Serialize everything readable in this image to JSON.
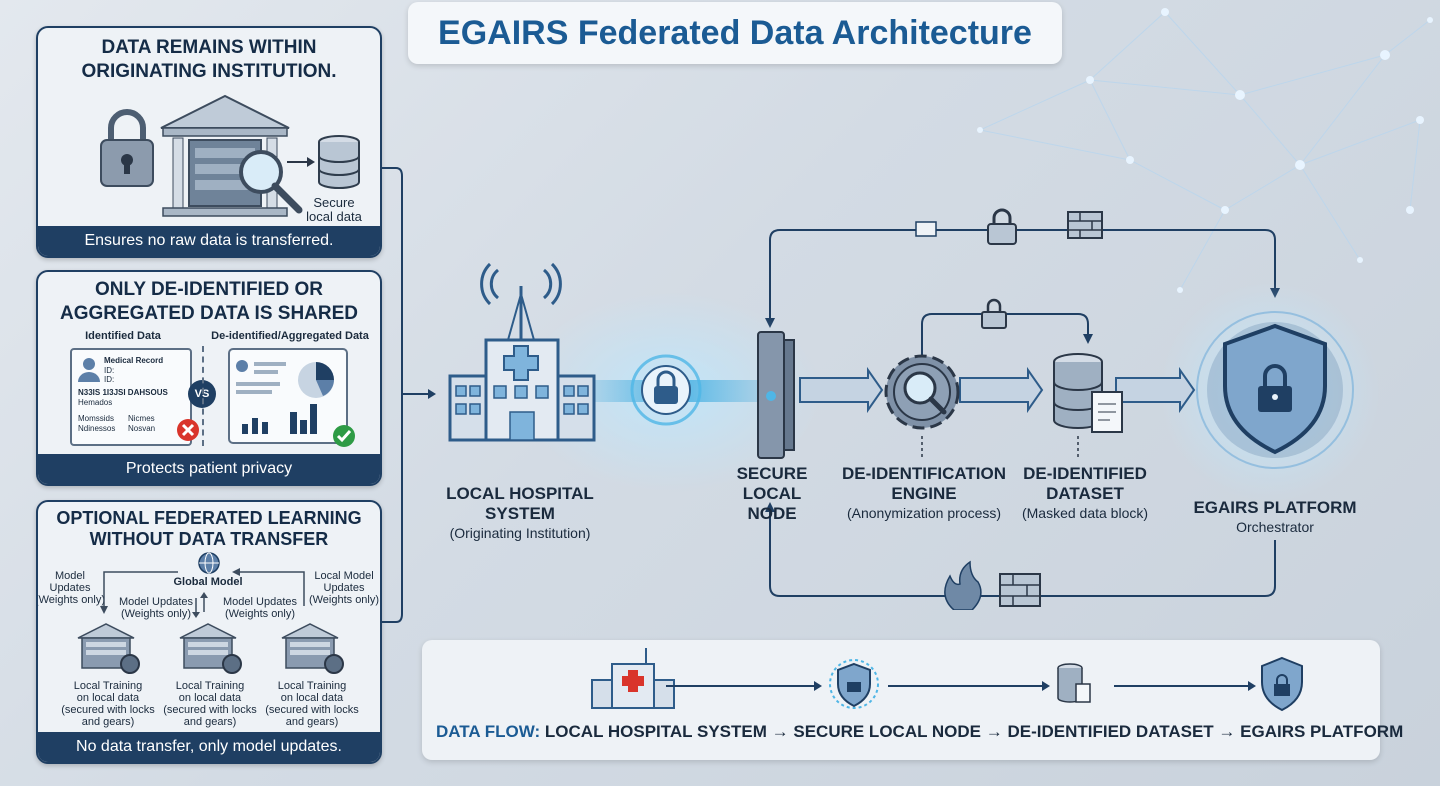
{
  "title": "EGAIRS Federated Data Architecture",
  "panel1": {
    "heading_line1": "DATA REMAINS WITHIN",
    "heading_line2": "ORIGINATING INSTITUTION.",
    "icon_label_line1": "Secure",
    "icon_label_line2": "local data",
    "footer": "Ensures no raw data is transferred."
  },
  "panel2": {
    "heading_line1": "ONLY DE-IDENTIFIED OR",
    "heading_line2": "AGGREGATED DATA IS SHARED",
    "left_label": "Identified Data",
    "right_label": "De-identified/Aggregated Data",
    "record_title": "Medical Record",
    "record_id1": "ID:",
    "record_id2": "ID:",
    "record_line1": "N33IS 1I3JSI DAHSOUS",
    "record_line2": "Hemados",
    "record_line3": "Momssids",
    "record_line4": "Nicmes",
    "record_line5": "Ndinessos",
    "record_line6": "Nosvan",
    "vs": "VS",
    "footer": "Protects patient privacy"
  },
  "panel3": {
    "heading_line1": "OPTIONAL FEDERATED LEARNING",
    "heading_line2": "WITHOUT DATA TRANSFER",
    "global_model": "Global Model",
    "left_updates_1": "Model",
    "left_updates_2": "Updates",
    "left_updates_3": "(Weights only)",
    "right_updates_1": "Local Model",
    "right_updates_2": "Updates",
    "right_updates_3": "(Weights only)",
    "mid_left_1": "Model Updates",
    "mid_left_2": "(Weights only)",
    "mid_right_1": "Model Updates",
    "mid_right_2": "(Weights only)",
    "node_label_1": "Local Training",
    "node_label_2": "on local data",
    "node_label_3": "(secured with locks",
    "node_label_4": "and gears)",
    "footer": "No data transfer, only model updates."
  },
  "nodes": {
    "hospital_title": "LOCAL HOSPITAL SYSTEM",
    "hospital_sub": "(Originating Institution)",
    "node_title_1": "SECURE",
    "node_title_2": "LOCAL NODE",
    "engine_title_1": "DE-IDENTIFICATION",
    "engine_title_2": "ENGINE",
    "engine_sub": "(Anonymization process)",
    "dataset_title_1": "DE-IDENTIFIED",
    "dataset_title_2": "DATASET",
    "dataset_sub": "(Masked data block)",
    "platform_title": "EGAIRS PLATFORM",
    "platform_sub": "Orchestrator"
  },
  "flow": {
    "lead": "DATA FLOW:",
    "step1": "LOCAL HOSPITAL SYSTEM",
    "step2": "SECURE LOCAL NODE",
    "step3": "DE-IDENTIFIED DATASET",
    "step4": "EGAIRS PLATFORM",
    "arrow": "→"
  },
  "colors": {
    "navy": "#1f3f63",
    "accent": "#1b5b94",
    "glow": "#4fb6e6",
    "icon": "#5c7fa8",
    "red": "#d9342b",
    "green": "#2e9b45"
  }
}
